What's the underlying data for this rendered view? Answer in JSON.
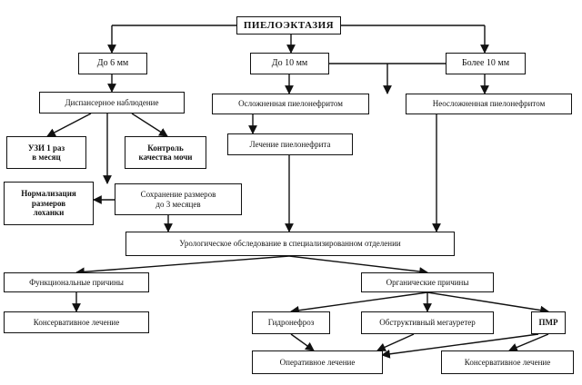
{
  "nodes": {
    "title": "ПИЕЛОЭКТАЗИЯ",
    "upto6": "До 6 мм",
    "upto10": "До 10 мм",
    "over10": "Более 10 мм",
    "dispensary": "Диспансерное наблюдение",
    "complicated": "Осложненная пиелонефритом",
    "uncomplicated": "Неосложненная пиелонефритом",
    "us_monthly": "УЗИ 1 раз\nв месяц",
    "urine_control": "Контроль\nкачества мочи",
    "pyelo_treatment": "Лечение пиелонефрита",
    "normalization": "Нормализация\nразмеров\nлоханки",
    "size_kept": "Сохранение размеров\nдо 3 месяцев",
    "uro_exam": "Урологическое обследование в специализированном отделении",
    "functional": "Функциональные причины",
    "organic": "Органические причины",
    "conservative_left": "Консервативное лечение",
    "hydronephrosis": "Гидронефроз",
    "megaureter": "Обструктивный мегауретер",
    "pmr": "ПМР",
    "surgical": "Оперативное лечение",
    "conservative_right": "Консервативное лечение"
  },
  "colors": {
    "line": "#111111",
    "background": "#ffffff"
  }
}
